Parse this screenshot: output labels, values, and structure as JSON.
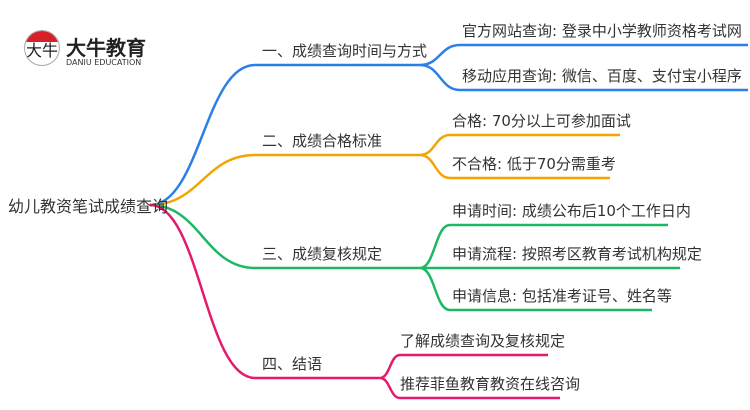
{
  "logo": {
    "name_cn": "大牛教育",
    "name_en": "DANIU EDUCATION",
    "mark": "大牛"
  },
  "root": "幼儿教资笔试成绩查询",
  "colors": {
    "b1": "#2a7fe8",
    "b2": "#f0a500",
    "b3": "#1cb865",
    "b4": "#e5196e"
  },
  "branches": [
    {
      "label": "一、成绩查询时间与方式",
      "children": [
        "官方网站查询: 登录中小学教师资格考试网",
        "移动应用查询: 微信、百度、支付宝小程序"
      ]
    },
    {
      "label": "二、成绩合格标准",
      "children": [
        "合格: 70分以上可参加面试",
        "不合格: 低于70分需重考"
      ]
    },
    {
      "label": "三、成绩复核规定",
      "children": [
        "申请时间: 成绩公布后10个工作日内",
        "申请流程: 按照考区教育考试机构规定",
        "申请信息: 包括准考证号、姓名等"
      ]
    },
    {
      "label": "四、结语",
      "children": [
        "了解成绩查询及复核规定",
        "推荐菲鱼教育教资在线咨询"
      ]
    }
  ]
}
